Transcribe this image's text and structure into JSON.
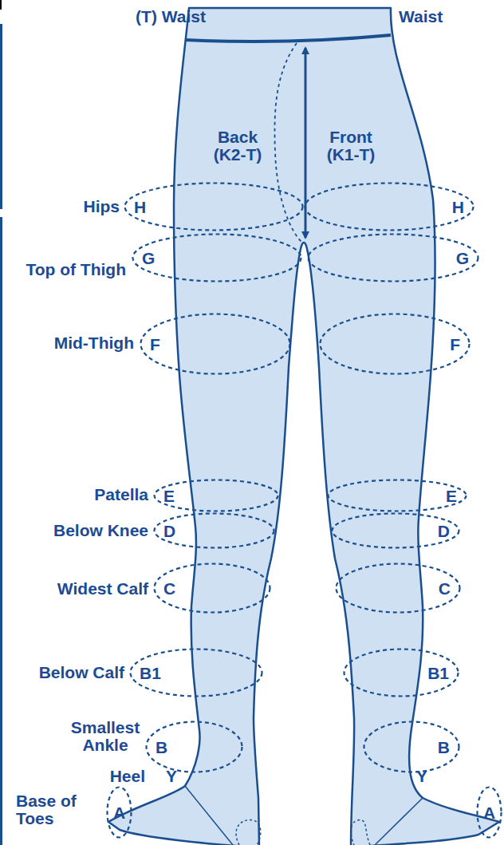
{
  "diagram": {
    "nodes": [
      {
        "text": [
          "H"
        ]
      },
      {
        "text": [
          "H"
        ]
      },
      {
        "text": [
          "G"
        ]
      },
      {
        "text": [
          "G"
        ]
      },
      {
        "text": [
          "F"
        ]
      },
      {
        "text": [
          "F"
        ]
      },
      {
        "text": [
          "E"
        ]
      },
      {
        "text": [
          "E"
        ]
      },
      {
        "text": [
          "D"
        ]
      },
      {
        "text": [
          "D"
        ]
      },
      {
        "text": [
          "C"
        ]
      },
      {
        "text": [
          "C"
        ]
      },
      {
        "text": [
          "B1"
        ]
      },
      {
        "text": [
          "B1"
        ]
      },
      {
        "text": [
          "B"
        ]
      },
      {
        "text": [
          "B"
        ]
      },
      {
        "text": [
          "A"
        ]
      },
      {
        "text": [
          "A"
        ]
      }
    ],
    "labels": [
      "(T) Waist",
      "Waist",
      "Back (K2-T)",
      "Front (K1-T)",
      "Hips",
      "Top of Thigh",
      "Mid-Thigh",
      "Patella",
      "Below Knee",
      "Widest Calf",
      "Below Calf",
      "Smallest Ankle",
      "Heel",
      "Y",
      "Y",
      "Base of Toes"
    ]
  }
}
